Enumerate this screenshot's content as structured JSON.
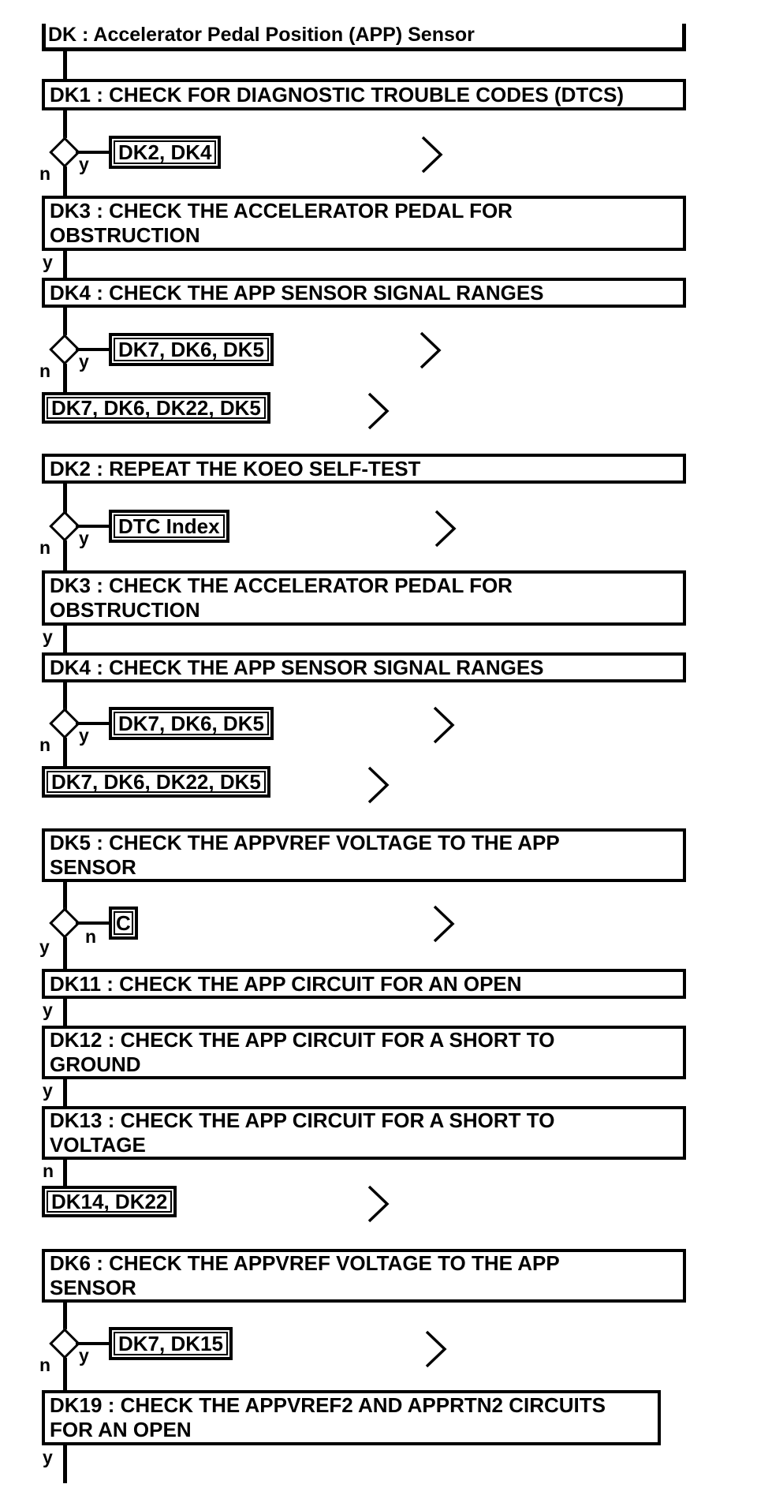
{
  "diagram": {
    "type": "flowchart",
    "title": "DK : Accelerator Pedal Position (APP) Sensor",
    "colors": {
      "line": "#000000",
      "background": "#ffffff",
      "text": "#000000"
    },
    "branch_labels": {
      "yes": "y",
      "no": "n"
    },
    "steps": {
      "dk1": "DK1 : CHECK FOR DIAGNOSTIC TROUBLE CODES (DTCS)",
      "dk2": "DK2 : REPEAT THE KOEO SELF-TEST",
      "dk3": "DK3 : CHECK THE ACCELERATOR PEDAL FOR\nOBSTRUCTION",
      "dk4": "DK4 : CHECK THE APP SENSOR SIGNAL RANGES",
      "dk5": "DK5 : CHECK THE APPVREF VOLTAGE TO THE APP\nSENSOR",
      "dk6": "DK6 : CHECK THE APPVREF VOLTAGE TO THE APP\nSENSOR",
      "dk11": "DK11 : CHECK THE APP CIRCUIT FOR AN OPEN",
      "dk12": "DK12 : CHECK THE APP CIRCUIT FOR A SHORT TO\nGROUND",
      "dk13": "DK13 : CHECK THE APP CIRCUIT FOR A SHORT TO\nVOLTAGE",
      "dk19": "DK19 : CHECK THE APPVREF2 AND APPRTN2 CIRCUITS\nFOR AN OPEN"
    },
    "references": {
      "dk2_dk4": "DK2, DK4",
      "dk7_dk6_dk5": "DK7, DK6, DK5",
      "dk7_dk6_dk22_dk5": "DK7, DK6, DK22, DK5",
      "dtc_index": "DTC Index",
      "c": "C",
      "dk14_dk22": "DK14, DK22",
      "dk7_dk15": "DK7, DK15"
    }
  }
}
